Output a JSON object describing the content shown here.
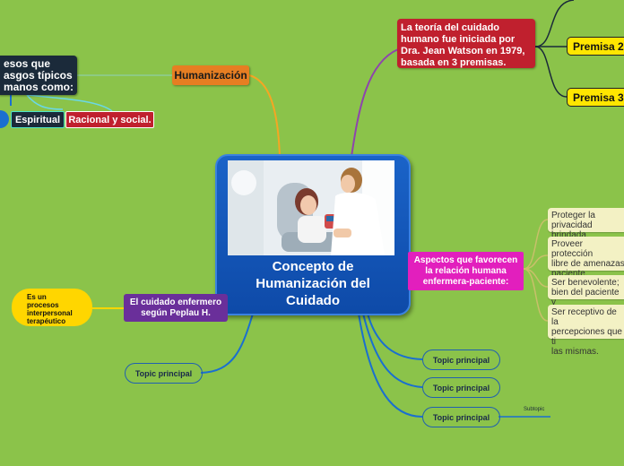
{
  "center": {
    "title_line1": "Concepto de",
    "title_line2": "Humanización del",
    "title_line3": "Cuidado"
  },
  "humanizacion": {
    "label": "Humanización"
  },
  "dark_node": {
    "line1": "esos que",
    "line2": "asgos típicos",
    "line3": "manos como:"
  },
  "espiritual": {
    "label": "Espiritual"
  },
  "racional": {
    "label": "Racional y social."
  },
  "teoria": {
    "line1": "La teoría del cuidado",
    "line2": "humano fue iniciada por",
    "line3": "Dra. Jean Watson en 1979,",
    "line4": "basada en 3 premisas."
  },
  "premisa2": {
    "label": "Premisa 2"
  },
  "premisa3": {
    "label": "Premisa 3"
  },
  "aspectos": {
    "line1": "Aspectos que favorecen",
    "line2": "la relación humana",
    "line3": "enfermera-paciente:"
  },
  "notes": [
    {
      "line1": "Proteger la privacidad",
      "line2": "brindada."
    },
    {
      "line1": "Proveer protección",
      "line2": "libre de amenazas",
      "line3": "paciente."
    },
    {
      "line1": "Ser benevolente;",
      "line2": "bien del paciente y"
    },
    {
      "line1": "Ser receptivo de la",
      "line2": "percepciones que ti",
      "line3": "las mismas."
    }
  ],
  "peplau": {
    "line1": "El cuidado enfermero",
    "line2": "según Peplau H."
  },
  "proceso": {
    "line1": "Es un",
    "line2": "procesos",
    "line3": "interpersonal",
    "line4": "terapéutico"
  },
  "topics": {
    "left": "Topic principal",
    "right1": "Topic principal",
    "right2": "Topic principal",
    "right3": "Topic principal"
  },
  "subtopic": {
    "label": "Subtopic"
  }
}
